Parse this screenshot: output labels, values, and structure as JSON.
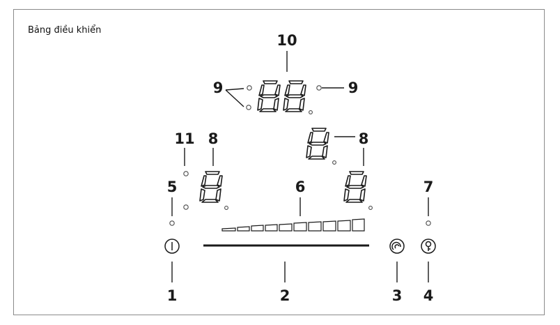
{
  "heading": "Bảng điều khiển",
  "callouts": {
    "n1": "1",
    "n2": "2",
    "n3": "3",
    "n4": "4",
    "n5": "5",
    "n6": "6",
    "n7": "7",
    "n8a": "8",
    "n8b": "8",
    "n9a": "9",
    "n9b": "9",
    "n10": "10",
    "n11": "11"
  },
  "icons": {
    "power": "power-icon",
    "bridge": "bridge-zone-icon",
    "lock": "key-lock-icon"
  },
  "colors": {
    "line": "#1a1a1a",
    "frame": "#8a8a8a"
  }
}
